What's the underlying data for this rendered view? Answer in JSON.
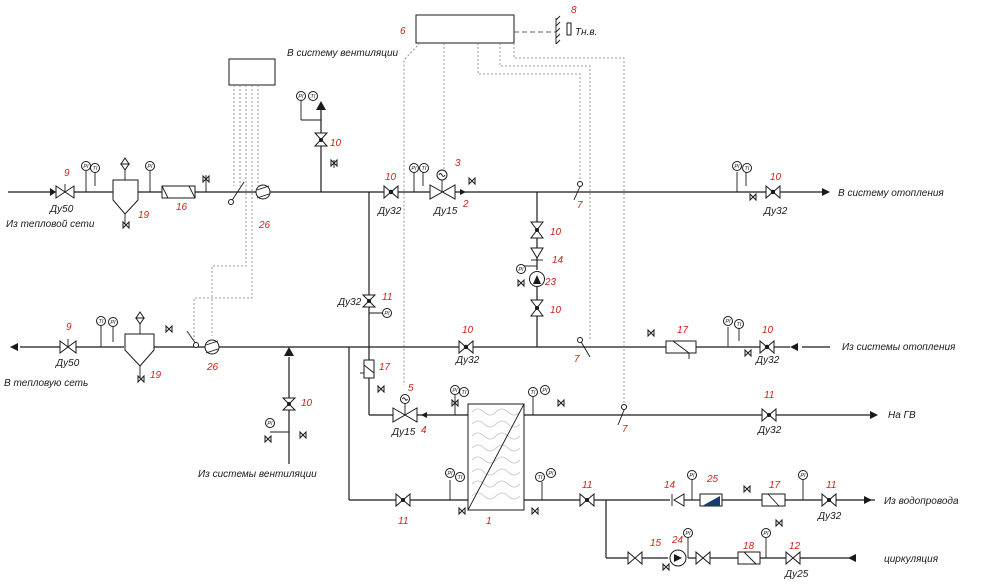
{
  "labels": {
    "from_heat_network": "Из тепловой сети",
    "to_heat_network": "В тепловую сеть",
    "to_ventilation": "В систему вентиляции",
    "from_ventilation": "Из системы вентиляции",
    "to_heating": "В систему отопления",
    "from_heating": "Из системы отопления",
    "hot_water": "На ГВ",
    "from_water_supply": "Из водопровода",
    "circulation": "циркуляция",
    "outdoor_temp": "Тн.в."
  },
  "sizes": {
    "du50_supply": "Ду50",
    "du50_return": "Ду50",
    "du32_supply_vent": "Ду32",
    "du15_valve_3": "Ду15",
    "du32_heating_out": "Ду32",
    "du32_bypass": "Ду32",
    "du32_heating_return_mid": "Ду32",
    "du32_heating_return_in": "Ду32",
    "du15_valve_5": "Ду15",
    "du32_hot_water": "Ду32",
    "du32_water_supply": "Ду32",
    "du25_circulation": "Ду25"
  },
  "positions": {
    "p1": "1",
    "p2": "2",
    "p3": "3",
    "p4": "4",
    "p5": "5",
    "p6": "6",
    "p7a": "7",
    "p7b": "7",
    "p7c": "7",
    "p8": "8",
    "p9a": "9",
    "p9b": "9",
    "p10_vent_out": "10",
    "p10_supply": "10",
    "p10_heat_out": "10",
    "p10_pump_top": "10",
    "p10_pump_bottom": "10",
    "p10_return_mid": "10",
    "p10_heat_in": "10",
    "p10_vent_in": "10",
    "p11_bypass": "11",
    "p11_hx_bottom": "11",
    "p11_hx_right": "11",
    "p11_hot_water": "11",
    "p11_water_supply": "11",
    "p12": "12",
    "p14a": "14",
    "p14b": "14",
    "p15": "15",
    "p16": "16",
    "p17a": "17",
    "p17b": "17",
    "p17c": "17",
    "p18": "18",
    "p19a": "19",
    "p19b": "19",
    "p23": "23",
    "p24": "24",
    "p25": "25",
    "p26a": "26",
    "p26b": "26"
  },
  "gauges": {
    "pressure": "PI",
    "temperature": "TI"
  }
}
